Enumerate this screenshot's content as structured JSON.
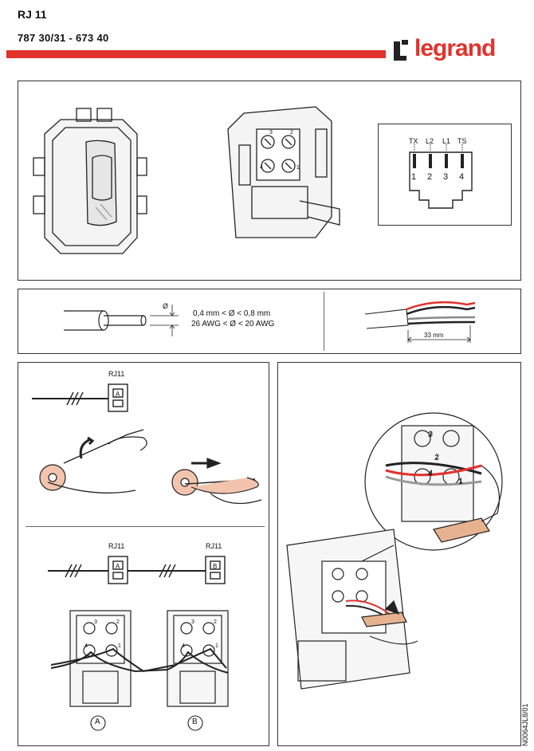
{
  "header": {
    "title": "RJ 11",
    "references": "787 30/31 - 673 40",
    "brand": "legrand"
  },
  "pinout": {
    "signals": [
      "TX",
      "L2",
      "L1",
      "TS"
    ],
    "pins": [
      "1",
      "2",
      "3",
      "4"
    ]
  },
  "wire_spec": {
    "diameter_symbol": "Ø",
    "range_mm": "0,4 mm < Ø < 0,8 mm",
    "range_awg": "26 AWG < Ø < 20 AWG",
    "strip_length": "33 mm"
  },
  "wiring": {
    "socket_label": "RJ11",
    "socket_a": "A",
    "socket_b": "B",
    "terminal_numbers": [
      "1",
      "2",
      "3",
      "4"
    ],
    "detail_numbers": [
      "3",
      "2",
      "4",
      "1"
    ]
  },
  "footer": {
    "doc_id": "N0064JL8/01"
  }
}
